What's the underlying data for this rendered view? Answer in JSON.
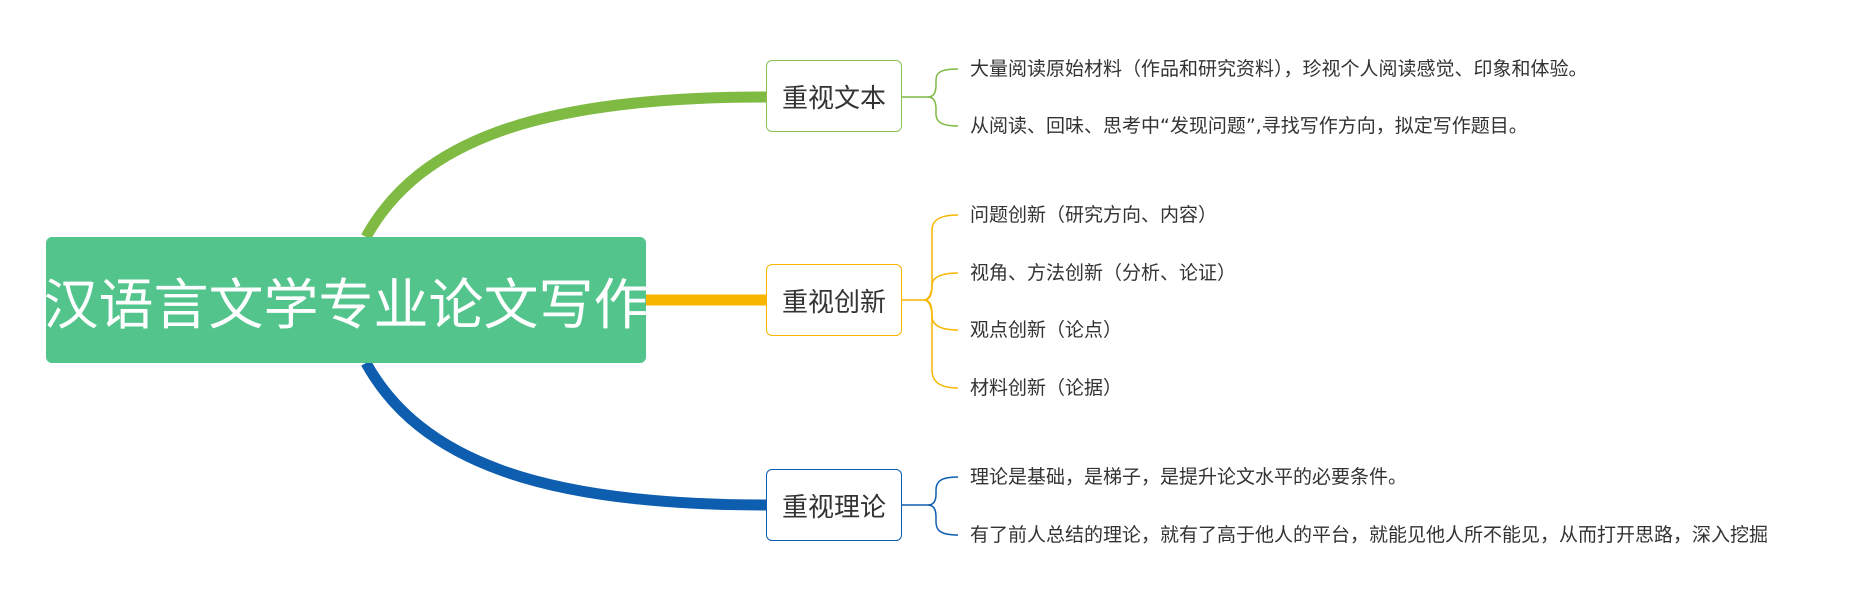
{
  "root": {
    "title": "汉语言文学专业论文写作",
    "color": "#52c48c"
  },
  "branches": [
    {
      "label": "重视文本",
      "color": "#7fba42",
      "items": [
        "大量阅读原始材料（作品和研究资料），珍视个人阅读感觉、印象和体验。",
        "从阅读、回味、思考中“发现问题”,寻找写作方向，拟定写作题目。"
      ]
    },
    {
      "label": "重视创新",
      "color": "#f7b500",
      "items": [
        "问题创新（研究方向、内容）",
        "视角、方法创新（分析、论证）",
        "观点创新（论点）",
        "材料创新（论据）"
      ]
    },
    {
      "label": "重视理论",
      "color": "#0e5eb0",
      "items": [
        "理论是基础，是梯子，是提升论文水平的必要条件。",
        "有了前人总结的理论，就有了高于他人的平台，就能见他人所不能见，从而打开思路，深入挖掘"
      ]
    }
  ]
}
